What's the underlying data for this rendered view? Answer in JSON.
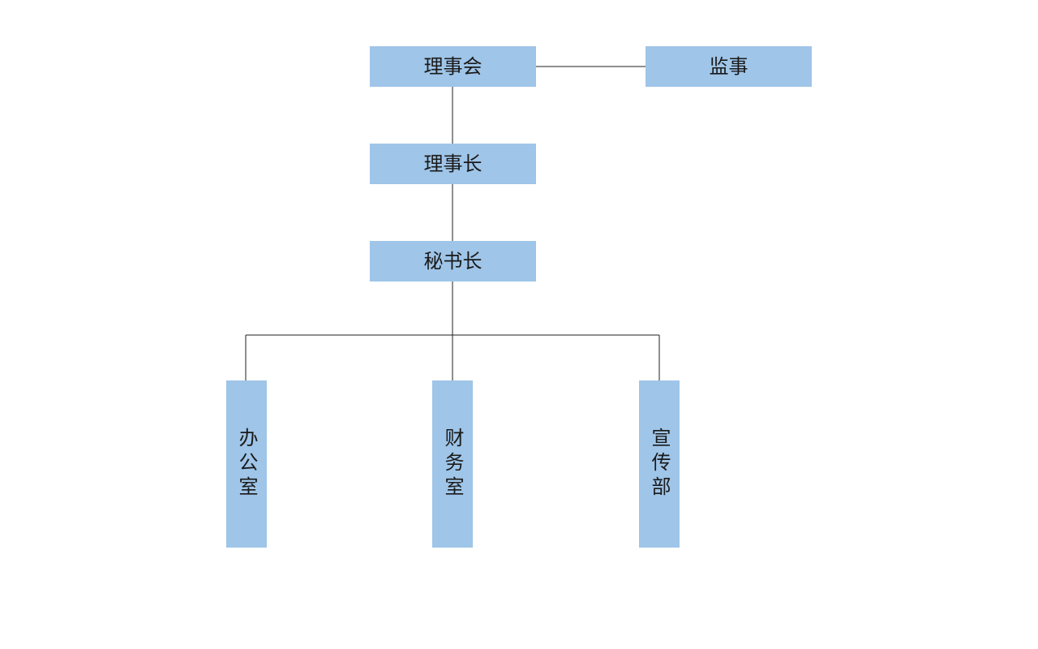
{
  "diagram": {
    "node_color": "#9fc5e8",
    "line_color": "#1f1f1f",
    "nodes": {
      "board": {
        "label": "理事会"
      },
      "supervisor": {
        "label": "监事"
      },
      "chairman": {
        "label": "理事长"
      },
      "secretary_general": {
        "label": "秘书长"
      },
      "office": {
        "label": "办公室"
      },
      "finance": {
        "label": "财务室"
      },
      "publicity": {
        "label": "宣传部"
      }
    }
  }
}
